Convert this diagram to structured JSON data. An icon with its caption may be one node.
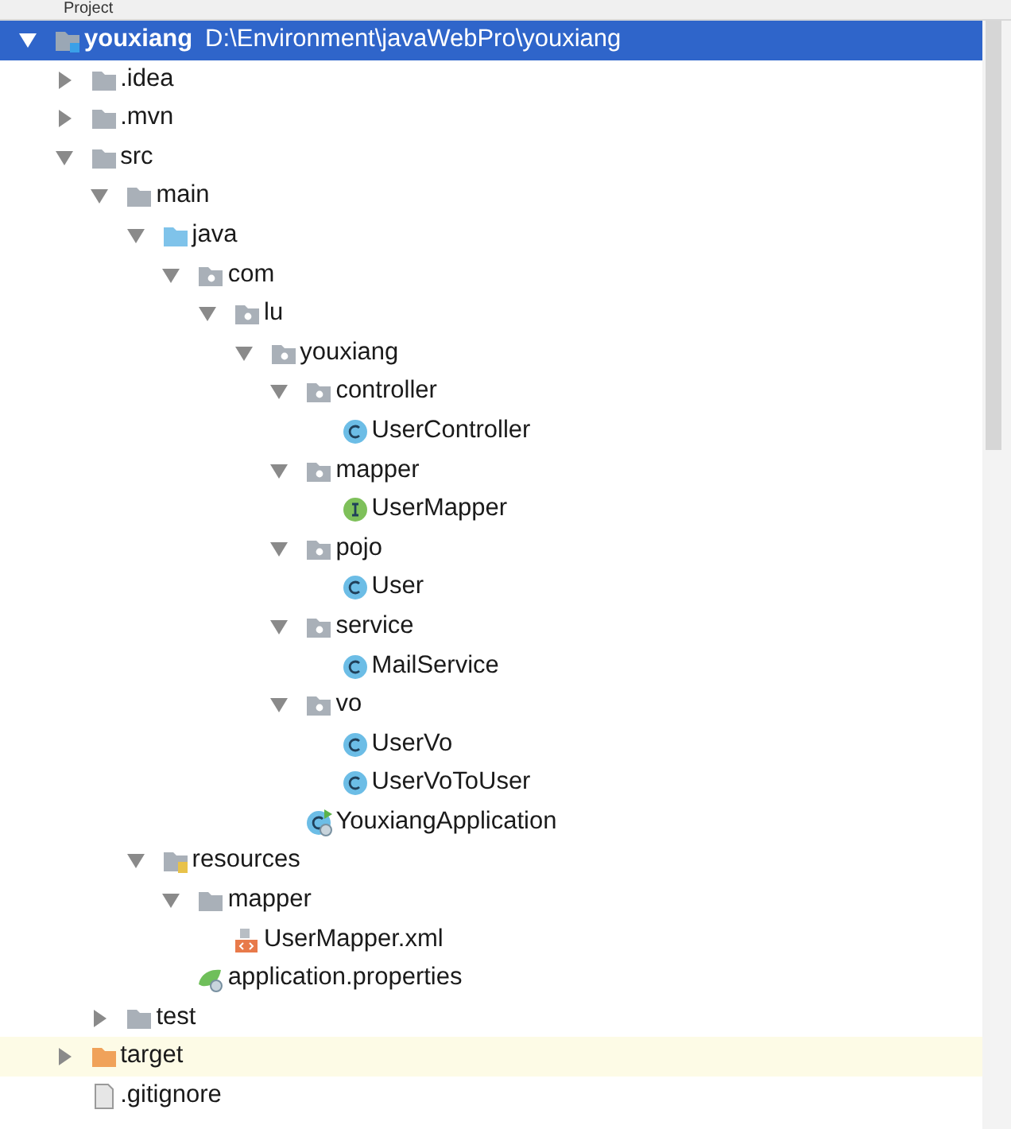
{
  "diagram": {
    "labels": [
      "Project",
      "youxiang",
      "D:\\Environment\\javaWebPro\\youxiang",
      ".idea",
      ".mvn",
      "src",
      "main",
      "java",
      "com",
      "lu",
      "youxiang",
      "controller",
      "UserController",
      "mapper",
      "UserMapper",
      "pojo",
      "User",
      "service",
      "MailService",
      "vo",
      "UserVo",
      "UserVoToUser",
      "YouxiangApplication",
      "resources",
      "mapper",
      "UserMapper.xml",
      "application.properties",
      "test",
      "target",
      ".gitignore"
    ]
  }
}
